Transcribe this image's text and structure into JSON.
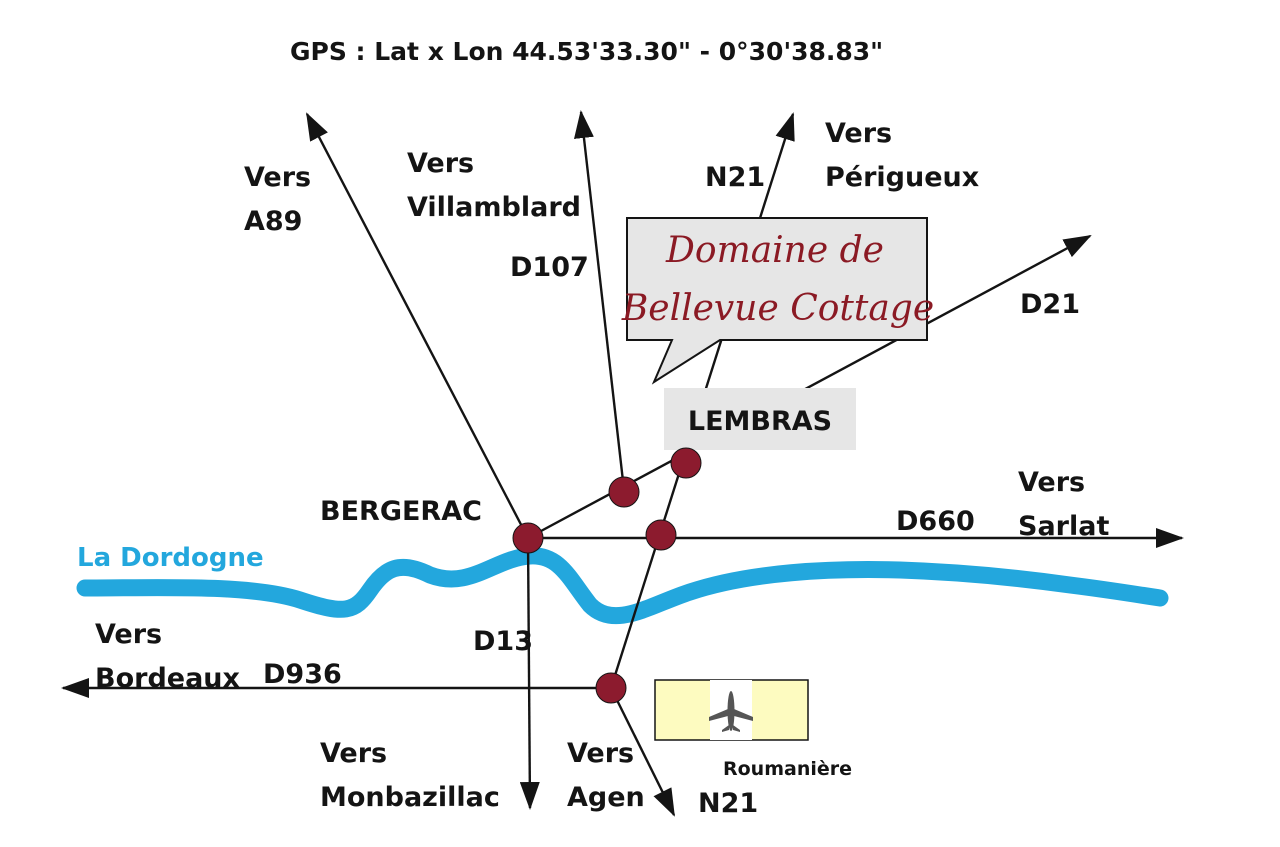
{
  "gps": "GPS : Lat x Lon 44.53'33.30\" - 0°30'38.83\"",
  "river": {
    "name": "La Dordogne",
    "color": "#23a7dd"
  },
  "callout": {
    "line1": "Domaine de",
    "line2": "Bellevue Cottage",
    "text_color": "#8b1a24",
    "fill": "#e6e6e6"
  },
  "town": "LEMBRAS",
  "city": "BERGERAC",
  "destinations": {
    "a89_vers": "Vers",
    "a89": "A89",
    "villamblard_vers": "Vers",
    "villamblard": "Villamblard",
    "perigueux_vers": "Vers",
    "perigueux": "Périgueux",
    "sarlat_vers": "Vers",
    "sarlat": "Sarlat",
    "bordeaux_vers": "Vers",
    "bordeaux": "Bordeaux",
    "monbazillac_vers": "Vers",
    "monbazillac": "Monbazillac",
    "agen_vers": "Vers",
    "agen": "Agen"
  },
  "roads": {
    "d107": "D107",
    "n21_north": "N21",
    "d21": "D21",
    "d660": "D660",
    "d13": "D13",
    "d936": "D936",
    "n21_south": "N21"
  },
  "airport": {
    "name": "Roumanière",
    "icon": "airplane-icon",
    "fill": "#fdfbc0"
  },
  "junction_color": "#8c1b2e"
}
